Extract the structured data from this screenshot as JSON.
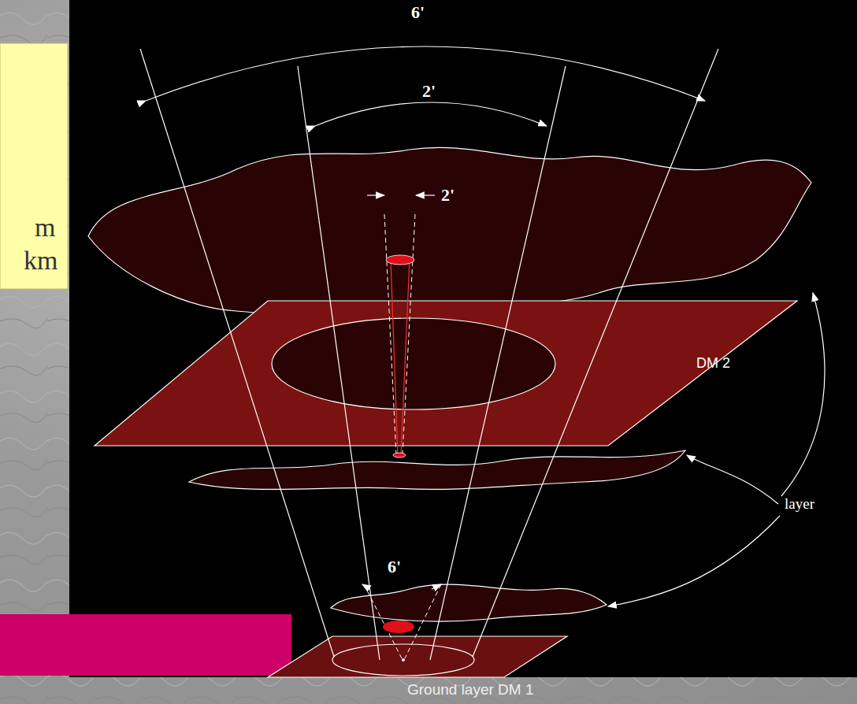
{
  "diagram": {
    "labels": [
      "m",
      "km",
      "6'",
      "2'",
      "2'",
      "DM 2",
      "layer",
      "6'",
      "Ground layer DM 1"
    ]
  }
}
